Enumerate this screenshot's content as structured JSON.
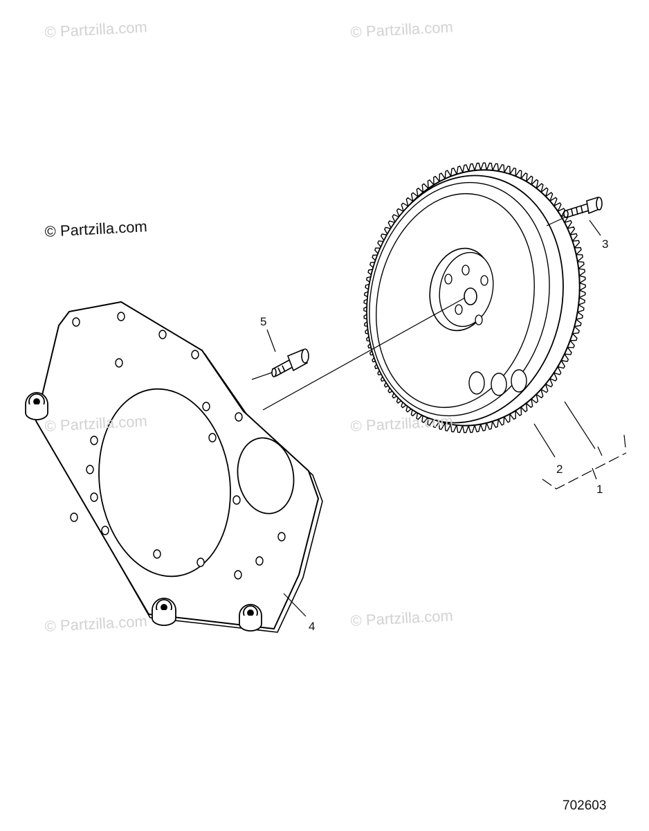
{
  "watermark": {
    "text": "© Partzilla.com",
    "main_text": "© Partzilla.com"
  },
  "callouts": {
    "c1": "1",
    "c2": "2",
    "c3": "3",
    "c4": "4",
    "c5": "5"
  },
  "drawing_number": "702603",
  "colors": {
    "line": "#000000",
    "watermark": "#d2d2d2",
    "background": "#ffffff"
  }
}
